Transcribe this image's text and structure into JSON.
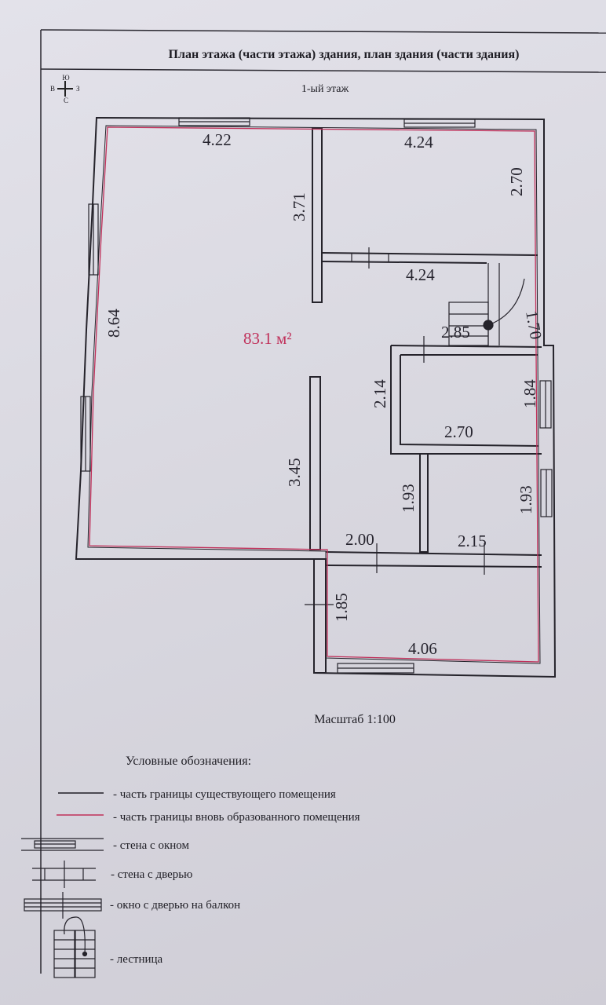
{
  "header": {
    "title": "План этажа (части этажа) здания, план здания (части здания)",
    "floor": "1-ый этаж"
  },
  "compass": {
    "north": "Ю",
    "south": "С",
    "east": "З",
    "west": "В"
  },
  "plan": {
    "area": "83.1 м²",
    "dimensions": [
      "4.22",
      "4.24",
      "2.70",
      "3.71",
      "8.64",
      "4.24",
      "1.70",
      "2.85",
      "2.14",
      "1.84",
      "2.70",
      "3.45",
      "1.93",
      "1.93",
      "2.00",
      "2.15",
      "1.85",
      "4.06"
    ]
  },
  "scale": "Масштаб 1:100",
  "legend": {
    "title": "Условные обозначения:",
    "items": [
      "- часть границы существующего помещения",
      "- часть границы вновь образованного помещения",
      "- стена с окном",
      "- стена с дверью",
      "- окно с дверью на балкон",
      "- лестница"
    ]
  },
  "colors": {
    "existing": "#1e1d24",
    "new": "#c0305a"
  }
}
